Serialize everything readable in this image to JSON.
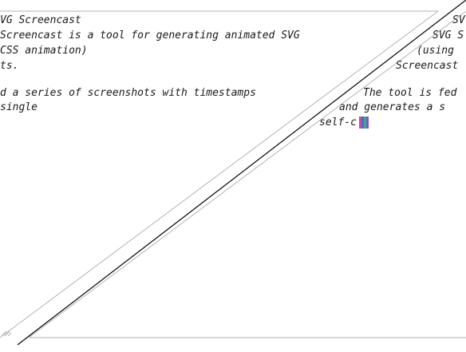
{
  "left_pane": {
    "lines": [
      "VG Screencast",
      "Screencast is a tool for generating animated SVG",
      " CSS animation)",
      "ts.",
      "",
      "d a series of screenshots with timestamps",
      "single"
    ]
  },
  "right_pane": {
    "lines": [
      "SV",
      "SVG S",
      "(using",
      "Screencast",
      "",
      "The tool is fed",
      "and generates a s",
      "self-c"
    ]
  },
  "colors": {
    "text": "#1a1a1a",
    "frame_line": "#b3b3b3",
    "diagonal_line": "#000000",
    "cursor_colors": [
      "#e0409a",
      "#3a6ee8",
      "#2bb673",
      "#8a4ad6"
    ]
  },
  "icons": {
    "resize_grip": "resize-grip-icon",
    "text_cursor": "text-cursor-icon"
  }
}
